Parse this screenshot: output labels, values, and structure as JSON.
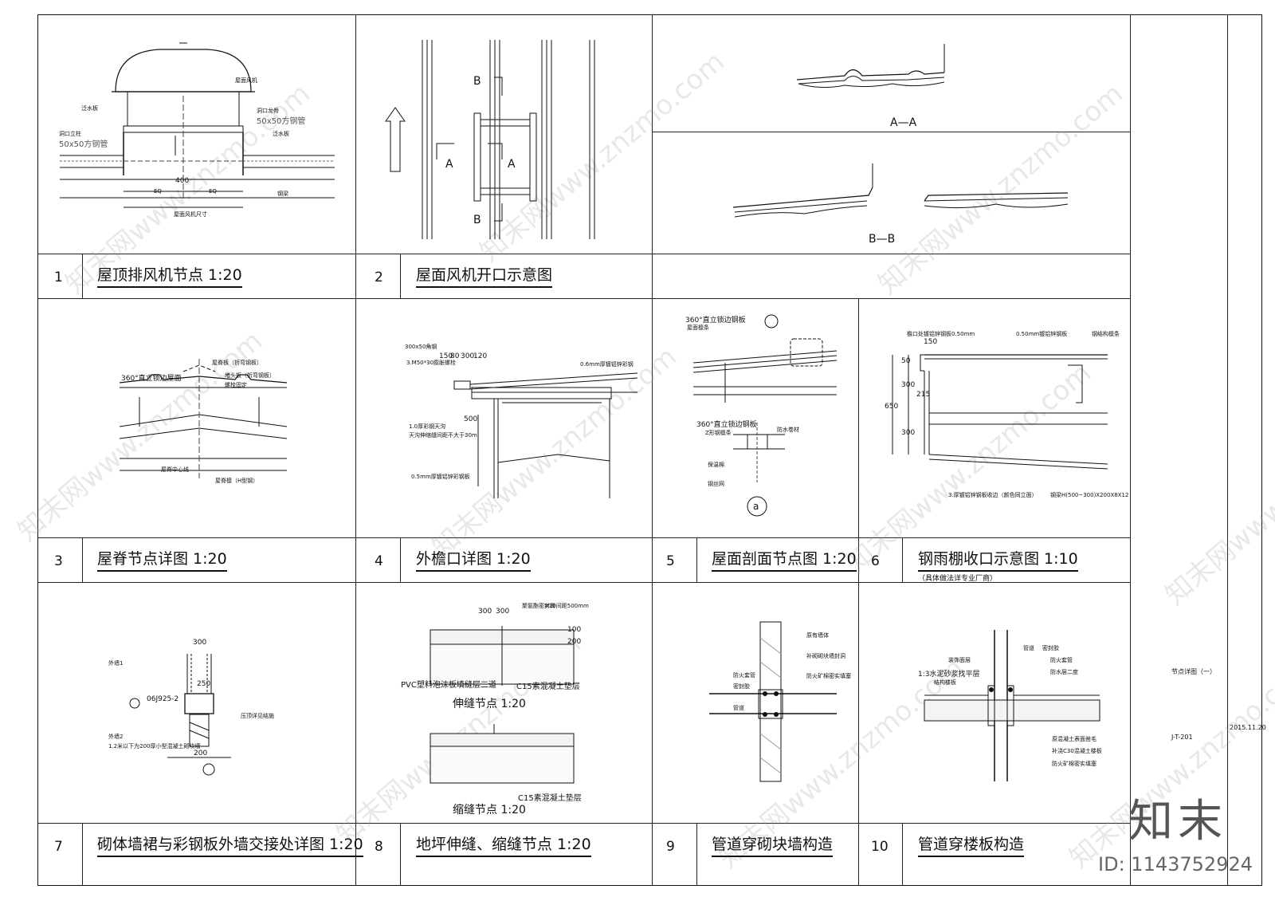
{
  "panels": [
    {
      "num": "1",
      "title": "屋顶排风机节点  1:20"
    },
    {
      "num": "2",
      "title": "屋面风机开口示意图"
    },
    {
      "num": "3",
      "title": "屋脊节点详图  1:20"
    },
    {
      "num": "4",
      "title": "外檐口详图  1:20"
    },
    {
      "num": "5",
      "title": "屋面剖面节点图  1:20"
    },
    {
      "num": "6",
      "title": "钢雨棚收口示意图  1:10",
      "subtitle": "（具体做法详专业厂商）"
    },
    {
      "num": "7",
      "title": "砌体墙裙与彩钢板外墙交接处详图  1:20"
    },
    {
      "num": "8",
      "title": "地坪伸缝、缩缝节点  1:20"
    },
    {
      "num": "9",
      "title": "管道穿砌块墙构造"
    },
    {
      "num": "10",
      "title": "管道穿楼板构造"
    }
  ],
  "section_labels": {
    "aa": "A—A",
    "bb": "B—B",
    "a": "A",
    "b": "B",
    "circle_a": "a"
  },
  "detail1": {
    "dim_400": "400",
    "eq1": "EQ",
    "eq2": "EQ",
    "size_left": "50x50方钢管",
    "size_right": "50x50方钢管",
    "label1": "屋面风机",
    "label2": "泛水板",
    "label3": "洞口立柱",
    "label4": "洞口龙骨",
    "label5": "泛水板",
    "label6": "钢梁",
    "label7": "屋面风机尺寸"
  },
  "detail3": {
    "deg": "360°直立锁边屋面",
    "ridge": "屋脊中心线",
    "l1": "屋脊板（折弯钢板）",
    "l2": "堵头板（折弯钢板）",
    "l3": "螺栓固定",
    "l4": "屋脊檩（H型钢）"
  },
  "detail4": {
    "d1": "300x50角钢",
    "d2": "3.M50*30膨胀螺栓",
    "d3": "150",
    "d4": "80",
    "d5": "300",
    "d6": "120",
    "d7": "0.6mm厚镀铝锌彩钢",
    "d8": "500",
    "d9": "0.5mm厚镀铝锌彩钢板",
    "d10": "1.0厚彩钢天沟",
    "d11": "天沟伸缩缝间距不大于30m"
  },
  "detail5": {
    "l1": "360°直立锁边钢板",
    "l2": "屋面檩条",
    "l3": "360°直立锁边钢板",
    "l4": "Z形钢檩条",
    "l5": "防水卷材",
    "l6": "保温棉",
    "l7": "钢丝网"
  },
  "detail6": {
    "d150": "150",
    "d50": "50",
    "d300a": "300",
    "d215": "215",
    "d650": "650",
    "d300b": "300",
    "t1": "檐口处镀铝锌钢板0.50mm",
    "t2": "0.50mm镀铝锌钢板",
    "t3": "钢结构檩条",
    "b1": "3.厚镀铝锌钢板收边（颜色同立面）",
    "b2": "钢梁H(500~300)X200X8X12"
  },
  "detail7": {
    "d300": "300",
    "d250": "250",
    "d200": "200",
    "ref": "06J925-2",
    "w1": "外墙1",
    "w2": "外墙2",
    "w3": "压顶详见结施",
    "w4": "1.2米以下为200厚小型混凝土砌块墙"
  },
  "detail8": {
    "d300a": "300",
    "d300b": "300",
    "top": "#20间距500mm",
    "d100": "100",
    "d200": "200",
    "pvc": "PVC塑料泡沫板填缝层二道",
    "c15": "C15素混凝土垫层",
    "expansion": "伸缝节点  1:20",
    "contraction": "缩缝节点  1:20",
    "c15b": "C15素混凝土垫层",
    "seal": "聚氨酯密封膏"
  },
  "detail9": {
    "l1": "防火套管",
    "l2": "密封胶",
    "l3": "管道",
    "l4": "原有墙体",
    "l5": "补砌砌块墙封洞",
    "l6": "防火矿棉密实填塞"
  },
  "detail10": {
    "l1": "装饰面层",
    "l2": "1:3水泥砂浆找平层",
    "l3": "结构楼板",
    "l4": "管道",
    "l5": "防火套管",
    "l6": "防水层二度",
    "l7": "原混凝土表面凿毛",
    "l8": "补浇C30混凝土楼板",
    "l9": "防火矿棉密实填塞",
    "l10": "密封胶"
  },
  "titleblock": {
    "name": "节点详图（一）",
    "code": "J-T-201",
    "date": "2015.11.20"
  },
  "watermark": {
    "text": "知末网www.znzmo.com",
    "logo": "知末",
    "id": "ID: 1143752924"
  }
}
